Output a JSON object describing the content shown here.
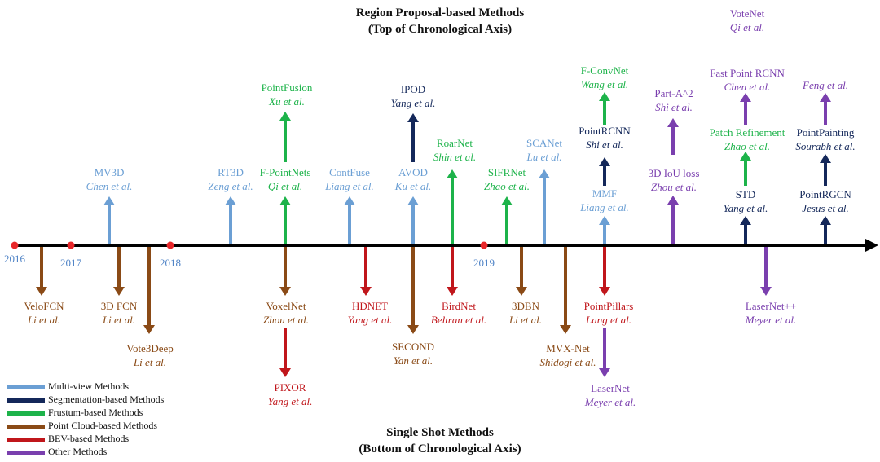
{
  "headings": {
    "top_line1": "Region Proposal-based Methods",
    "top_line2": "(Top of Chronological Axis)",
    "bottom_line1": "Single Shot Methods",
    "bottom_line2": "(Bottom of Chronological Axis)"
  },
  "colors": {
    "multiview": "#6b9fd4",
    "segmentation": "#14285a",
    "frustum": "#1db34a",
    "pointcloud": "#8a4a16",
    "bev": "#c0161b",
    "other": "#7a3fae",
    "axis": "#000000",
    "year_dot": "#e8272a",
    "year_text": "#4f83c6"
  },
  "years": [
    "2016",
    "2017",
    "2018",
    "2019"
  ],
  "legend": [
    {
      "key": "multiview",
      "label": "Multi-view Methods"
    },
    {
      "key": "segmentation",
      "label": "Segmentation-based Methods"
    },
    {
      "key": "frustum",
      "label": "Frustum-based Methods"
    },
    {
      "key": "pointcloud",
      "label": "Point Cloud-based Methods"
    },
    {
      "key": "bev",
      "label": "BEV-based Methods"
    },
    {
      "key": "other",
      "label": "Other Methods"
    }
  ],
  "methods": [
    {
      "id": "mv3d",
      "name": "MV3D",
      "author": "Chen et al.",
      "category": "multiview",
      "side": "top"
    },
    {
      "id": "rt3d",
      "name": "RT3D",
      "author": "Zeng et al.",
      "category": "multiview",
      "side": "top"
    },
    {
      "id": "f-pointnets",
      "name": "F-PointNets",
      "author": "Qi et al.",
      "category": "frustum",
      "side": "top"
    },
    {
      "id": "pointfusion",
      "name": "PointFusion",
      "author": "Xu et al.",
      "category": "frustum",
      "side": "top"
    },
    {
      "id": "contfuse",
      "name": "ContFuse",
      "author": "Liang et al.",
      "category": "multiview",
      "side": "top"
    },
    {
      "id": "avod",
      "name": "AVOD",
      "author": "Ku et al.",
      "category": "multiview",
      "side": "top"
    },
    {
      "id": "ipod",
      "name": "IPOD",
      "author": "Yang et al.",
      "category": "segmentation",
      "side": "top"
    },
    {
      "id": "roarnet",
      "name": "RoarNet",
      "author": "Shin et al.",
      "category": "frustum",
      "side": "top"
    },
    {
      "id": "sifrnet",
      "name": "SIFRNet",
      "author": "Zhao et al.",
      "category": "frustum",
      "side": "top"
    },
    {
      "id": "scanet",
      "name": "SCANet",
      "author": "Lu et al.",
      "category": "multiview",
      "side": "top"
    },
    {
      "id": "mmf",
      "name": "MMF",
      "author": "Liang et al.",
      "category": "multiview",
      "side": "top"
    },
    {
      "id": "pointrcnn",
      "name": "PointRCNN",
      "author": "Shi et al.",
      "category": "segmentation",
      "side": "top"
    },
    {
      "id": "f-convnet",
      "name": "F-ConvNet",
      "author": "Wang et al.",
      "category": "frustum",
      "side": "top"
    },
    {
      "id": "3d-iou-loss",
      "name": "3D IoU loss",
      "author": "Zhou et al.",
      "category": "other",
      "side": "top"
    },
    {
      "id": "part-a2",
      "name": "Part-A^2",
      "author": "Shi et al.",
      "category": "other",
      "side": "top"
    },
    {
      "id": "std",
      "name": "STD",
      "author": "Yang et al.",
      "category": "segmentation",
      "side": "top"
    },
    {
      "id": "patch-refinement",
      "name": "Patch Refinement",
      "author": "Zhao et al.",
      "category": "frustum",
      "side": "top"
    },
    {
      "id": "fast-point-rcnn",
      "name": "Fast Point RCNN",
      "author": "Chen et al.",
      "category": "other",
      "side": "top"
    },
    {
      "id": "votenet",
      "name": "VoteNet",
      "author": "Qi et al.",
      "category": "other",
      "side": "top"
    },
    {
      "id": "pointrgcn",
      "name": "PointRGCN",
      "author": "Jesus et al.",
      "category": "segmentation",
      "side": "top"
    },
    {
      "id": "pointpainting",
      "name": "PointPainting",
      "author": "Sourabh et al.",
      "category": "segmentation",
      "side": "top"
    },
    {
      "id": "feng",
      "name": "",
      "author": "Feng et al.",
      "category": "other",
      "side": "top"
    },
    {
      "id": "velofcn",
      "name": "VeloFCN",
      "author": "Li et al.",
      "category": "pointcloud",
      "side": "bottom"
    },
    {
      "id": "3d-fcn",
      "name": "3D FCN",
      "author": "Li et al.",
      "category": "pointcloud",
      "side": "bottom"
    },
    {
      "id": "vote3deep",
      "name": "Vote3Deep",
      "author": "Li et al.",
      "category": "pointcloud",
      "side": "bottom"
    },
    {
      "id": "voxelnet",
      "name": "VoxelNet",
      "author": "Zhou et al.",
      "category": "pointcloud",
      "side": "bottom"
    },
    {
      "id": "pixor",
      "name": "PIXOR",
      "author": "Yang et al.",
      "category": "bev",
      "side": "bottom"
    },
    {
      "id": "hdnet",
      "name": "HDNET",
      "author": "Yang et al.",
      "category": "bev",
      "side": "bottom"
    },
    {
      "id": "second",
      "name": "SECOND",
      "author": "Yan et al.",
      "category": "pointcloud",
      "side": "bottom"
    },
    {
      "id": "birdnet",
      "name": "BirdNet",
      "author": "Beltran et al.",
      "category": "bev",
      "side": "bottom"
    },
    {
      "id": "3dbn",
      "name": "3DBN",
      "author": "Li et al.",
      "category": "pointcloud",
      "side": "bottom"
    },
    {
      "id": "mvx-net",
      "name": "MVX-Net",
      "author": "Shidogi et al.",
      "category": "pointcloud",
      "side": "bottom"
    },
    {
      "id": "pointpillars",
      "name": "PointPillars",
      "author": "Lang et al.",
      "category": "bev",
      "side": "bottom"
    },
    {
      "id": "lasernet",
      "name": "LaserNet",
      "author": "Meyer et al.",
      "category": "other",
      "side": "bottom"
    },
    {
      "id": "lasernet-pp",
      "name": "LaserNet++",
      "author": "Meyer et al.",
      "category": "other",
      "side": "bottom"
    }
  ]
}
